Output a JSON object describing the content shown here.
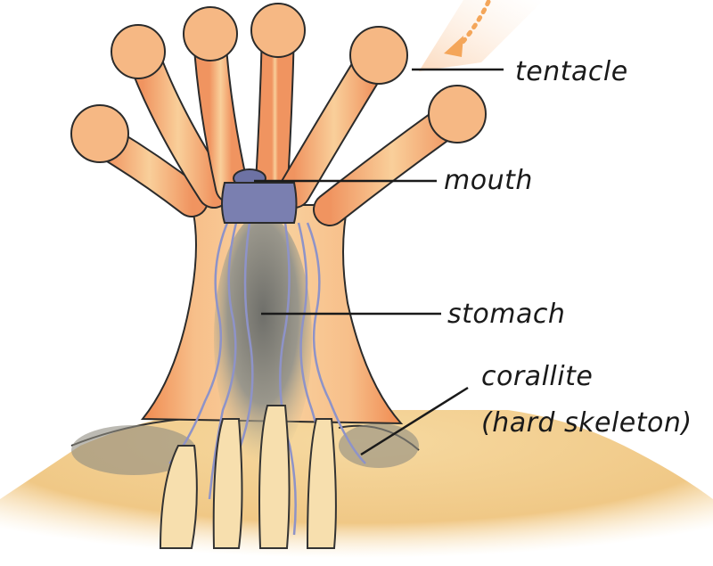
{
  "labels": {
    "tentacle": "tentacle",
    "mouth": "mouth",
    "stomach": "stomach",
    "corallite_line1": "corallite",
    "corallite_line2": "(hard skeleton)"
  },
  "colors": {
    "base_sand": "#f0cc8a",
    "body_orange": "#f2a066",
    "body_light": "#f8cf98",
    "mouth_purple": "#7a7fb0",
    "stomach_grey": "#7f7f78",
    "mesentery_blue": "#8e93c8",
    "arrow_orange": "#f4a65a"
  }
}
